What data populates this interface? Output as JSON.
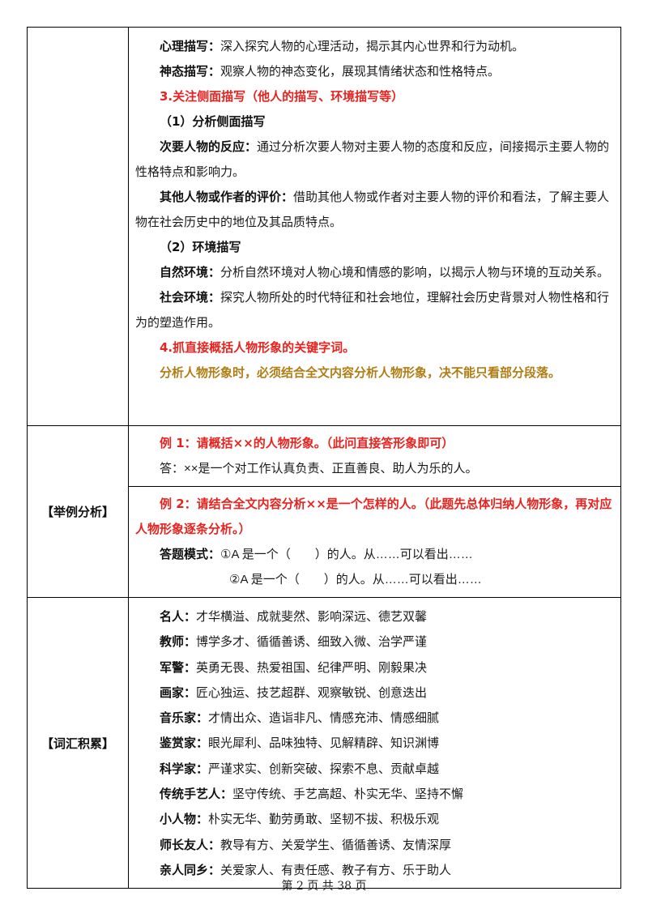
{
  "section1": {
    "lines": [
      {
        "label": "心理描写：",
        "text": "深入探究人物的心理活动，揭示其内心世界和行为动机。"
      },
      {
        "label": "神态描写：",
        "text": "观察人物的神态变化，展现其情绪状态和性格特点。"
      }
    ],
    "heading3": "3.关注侧面描写（他人的描写、环境描写等）",
    "sub1": "（1）分析侧面描写",
    "side": [
      {
        "label": "次要人物的反应：",
        "text": "通过分析次要人物对主要人物的态度和反应，间接揭示主要人物的性格特点和影响力。"
      },
      {
        "label": "其他人物或作者的评价：",
        "text": "借助其他人物或作者对主要人物的评价和看法，了解主要人物在社会历史中的地位及其品质特点。"
      }
    ],
    "sub2": "（2）环境描写",
    "env": [
      {
        "label": "自然环境：",
        "text": "分析自然环境对人物心境和情感的影响，以揭示人物与环境的互动关系。"
      },
      {
        "label": "社会环境：",
        "text": "探究人物所处的时代特征和社会地位，理解社会历史背景对人物性格和行为的塑造作用。"
      }
    ],
    "heading4": "4.抓直接概括人物形象的关键字词。",
    "note": "分析人物形象时，必须结合全文内容分析人物形象，决不能只看部分段落。"
  },
  "examples": {
    "label": "【举例分析】",
    "ex1_q": "例 1：请概括××的人物形象。（此问直接答形象即可）",
    "ex1_a": "答：××是一个对工作认真负责、正直善良、助人为乐的人。",
    "ex2_q": "例 2：请结合全文内容分析××是一个怎样的人。（此题先总体归纳人物形象，再对应人物形象逐条分析。）",
    "mode_label": "答题模式：",
    "mode1": "①A 是一个（　　）的人。从……可以看出……",
    "mode2": "②A 是一个（　　）的人。从……可以看出……"
  },
  "vocab": {
    "label": "【词汇积累】",
    "items": [
      {
        "label": "名人：",
        "text": "才华横溢、成就斐然、影响深远、德艺双馨"
      },
      {
        "label": "教师：",
        "text": "博学多才、循循善诱、细致入微、治学严谨"
      },
      {
        "label": "军警：",
        "text": "英勇无畏、热爱祖国、纪律严明、刚毅果决"
      },
      {
        "label": "画家：",
        "text": "匠心独运、技艺超群、观察敏锐、创意迭出"
      },
      {
        "label": "音乐家：",
        "text": "才情出众、造诣非凡、情感充沛、情感细腻"
      },
      {
        "label": "鉴赏家：",
        "text": "眼光犀利、品味独特、见解精辟、知识渊博"
      },
      {
        "label": "科学家：",
        "text": "严谨求实、创新突破、探索不息、贡献卓越"
      },
      {
        "label": "传统手艺人：",
        "text": "坚守传统、手艺高超、朴实无华、坚持不懈"
      },
      {
        "label": "小人物：",
        "text": "朴实无华、勤劳勇敢、坚韧不拔、积极乐观"
      },
      {
        "label": "师长友人：",
        "text": "教导有方、关爱学生、循循善诱、友情深厚"
      },
      {
        "label": "亲人同乡：",
        "text": "关爱家人、有责任感、教子有方、乐于助人"
      }
    ]
  },
  "footer": {
    "text": "第 2 页 共 38 页"
  }
}
